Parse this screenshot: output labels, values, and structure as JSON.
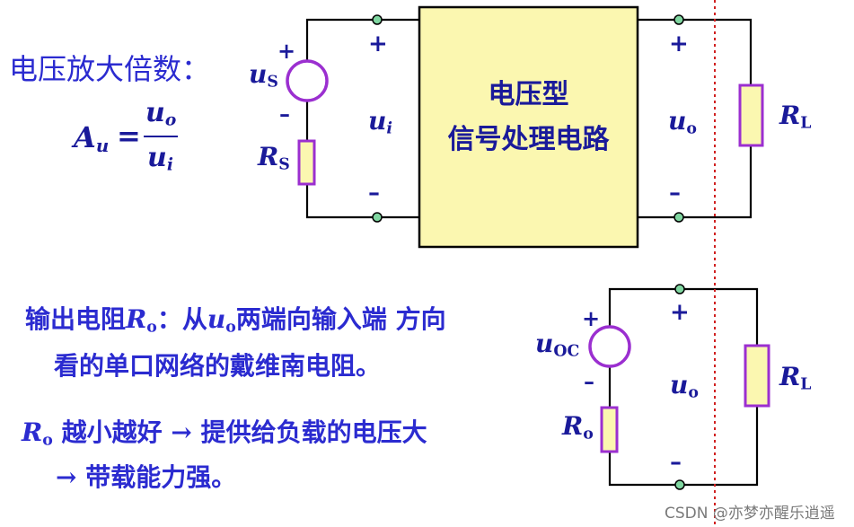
{
  "gain_title": "电压放大倍数：",
  "formula": {
    "lhs": "A",
    "lhs_sub": "u",
    "eq": "=",
    "num": "u",
    "num_sub": "o",
    "den": "u",
    "den_sub": "i"
  },
  "source": {
    "label": "u",
    "label_sub": "S",
    "plus": "+",
    "minus": "–"
  },
  "rs": {
    "label": "R",
    "label_sub": "S"
  },
  "input": {
    "plus": "+",
    "minus": "–",
    "label": "u",
    "label_sub": "i"
  },
  "box": {
    "line1": "电压型",
    "line2": "信号处理电路"
  },
  "output": {
    "plus": "+",
    "minus": "–",
    "label": "u",
    "label_sub": "o"
  },
  "rl_top": {
    "label": "R",
    "label_sub": "L"
  },
  "def": {
    "p1": "输出电阻",
    "r": "R",
    "r_sub": "o",
    "p2": "：从",
    "u": "u",
    "u_sub": "o",
    "p3": "两端向输入端 方向",
    "line2": "看的单口网络的戴维南电阻。"
  },
  "note": {
    "r": "R",
    "r_sub": "o",
    "p1": " 越小越好 → 提供给负载的电压大",
    "line2": "→ 带载能力强。"
  },
  "equiv": {
    "source_label": "u",
    "source_sub": "OC",
    "plus": "+",
    "minus": "–",
    "r0_label": "R",
    "r0_sub": "o",
    "out_plus": "+",
    "out_minus": "–",
    "out_label": "u",
    "out_sub": "o",
    "rl_label": "R",
    "rl_sub": "L"
  },
  "watermark": "CSDN @亦梦亦醒乐逍遥",
  "colors": {
    "wire": "#000000",
    "terminal": "#7fd6a0",
    "source_ring": "#9b2fd0",
    "resistor_fill": "#fbf7b0",
    "resistor_stroke": "#9b2fd0",
    "box_fill": "#fbf7b0",
    "text_blue": "#2b2bd0",
    "cut_line": "#d02020"
  }
}
